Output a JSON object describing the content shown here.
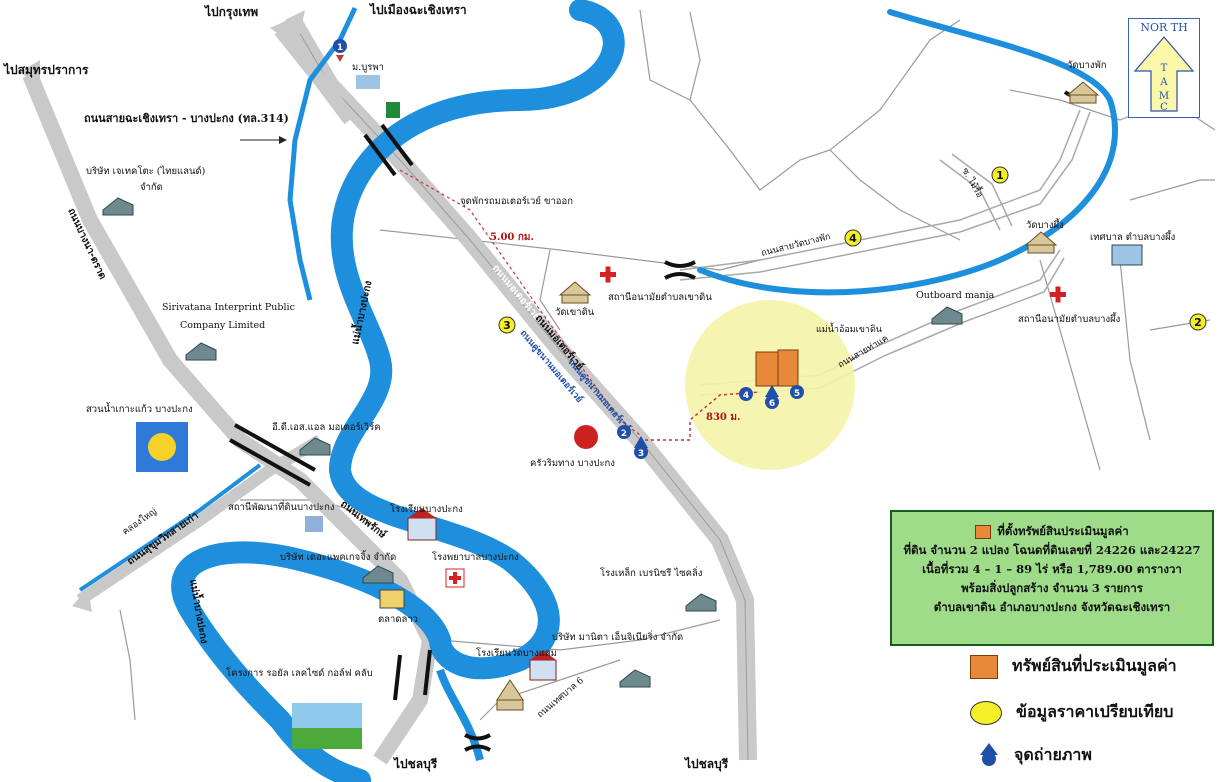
{
  "map": {
    "directions": {
      "bangkok": "ไปกรุงเทพ",
      "chachoengsao": "ไปเมืองฉะเชิงเทรา",
      "samutprakan": "ไปสมุทรปราการ",
      "chonburi_left": "ไปชลบุรี",
      "chonburi_right": "ไปชลบุรี"
    },
    "roads": {
      "hw314": "ถนนสายฉะเชิงเทรา - บางปะกง (ทล.314)",
      "motorway_1": "ถนนมอเตอร์เวย์",
      "motorway_2": "ถนนมอเตอร์เวย์",
      "parallel_1": "ถนนคู่ขนานมอเตอร์เวย์",
      "parallel_2": "ถนนคู่ขนานมอเตอร์เวย์",
      "bangna_trad": "ถนนบางนา-ตราด",
      "thepharak": "ถนนเทพรักษ์",
      "sukhumvit_old": "ถนนสุขุมวิทสายเก่า",
      "wat_bang_phak": "ถนนสายวัดบางพัก",
      "tessaban6": "ถนนเทศบาล 6",
      "soi_maisue": "ซ. ไม้รื้อ",
      "khlong_yai": "คลองใหญ่",
      "tha_khae": "ถนนสายท่าแค",
      "access": "แม่น้ำอ้อมเขาดิน"
    },
    "rivers": {
      "bang_pakong": "แม่น้ำบางปะกง",
      "river_south": "แม่น้ำบางปะกง"
    },
    "places": {
      "m_burapha": "ม.บูรพา",
      "tecnotec": "บริษัท เจเทคโตะ (ไทยแลนด์)",
      "tecnotec2": "จำกัด",
      "sirivatana1": "Sirivatana Interprint Public",
      "sirivatana2": "Company Limited",
      "garden": "สวนน้ำเกาะแก้ว บางปะกง",
      "idl": "อี.ดี.เอส.แอล มอเตอร์เวิร์ค",
      "landoffice": "สถานีพัฒนาที่ดินบางปะกง",
      "school": "โรงเรียนบางปะกง",
      "hospital": "โรงพยาบาลบางปะกง",
      "company_pack": "บริษัท เดอะแพคเกจจิ้ง จำกัด",
      "market": "ตลาดลาว",
      "golf": "โครงการ รอยัล เลคไซด์ กอล์ฟ คลับ",
      "school2": "โรงเรียนวัดบางแสม",
      "manita": "บริษัท มานิตา เอ็นจิเนียริ่ง จำกัด",
      "steel": "โรงเหล็ก เบรนิซรี ไซคลิ่ง",
      "restaurant": "ครัวริมทาง บางปะกง",
      "rest_area": "จุดพักรถมอเตอร์เวย์ ขาออก",
      "wat_khao_din": "วัดเขาดิน",
      "health_khao_din": "สถานีอนามัยตำบลเขาดิน",
      "wat_bang_phak": "วัดบางพัก",
      "wat_bang_phueng": "วัดบางผึ้ง",
      "tessaban_bang_phueng": "เทศบาล ตำบลบางผึ้ง",
      "outboard": "Outboard mania",
      "health_bang_phueng": "สถานีอนามัยตำบลบางผึ้ง"
    },
    "distances": {
      "d500": "5.00 กม.",
      "d830": "830 ม."
    },
    "markers": [
      "1",
      "2",
      "3",
      "4"
    ],
    "photo_points": [
      "1",
      "2",
      "3",
      "4",
      "5",
      "6"
    ]
  },
  "north": {
    "label": "NOR TH",
    "letters": [
      "T",
      "A",
      "M",
      "C"
    ]
  },
  "legend": {
    "title": "ที่ตั้งทรัพย์สินประเมินมูลค่า",
    "line1": "ที่ดิน จำนวน 2 แปลง โฉนดที่ดินเลขที่ 24226 และ24227",
    "line2": "เนื้อที่รวม 4 – 1 – 89 ไร่ หรือ 1,789.00 ตารางวา",
    "line3": "พร้อมสิ่งปลูกสร้าง จำนวน 3 รายการ",
    "line4": "ตำบลเขาดิน อำเภอบางปะกง จังหวัดฉะเชิงเทรา"
  },
  "keys": {
    "property": "ทรัพย์สินที่ประเมินมูลค่า",
    "comparable": "ข้อมูลราคาเปรียบเทียบ",
    "photo": "จุดถ่ายภาพ"
  },
  "colors": {
    "river": "#1d8fdc",
    "road": "#c4c4c4",
    "property": "#e8893a",
    "circle": "#f4f4a8",
    "marker": "#f5ef2a",
    "photo": "#1f4fa8"
  }
}
